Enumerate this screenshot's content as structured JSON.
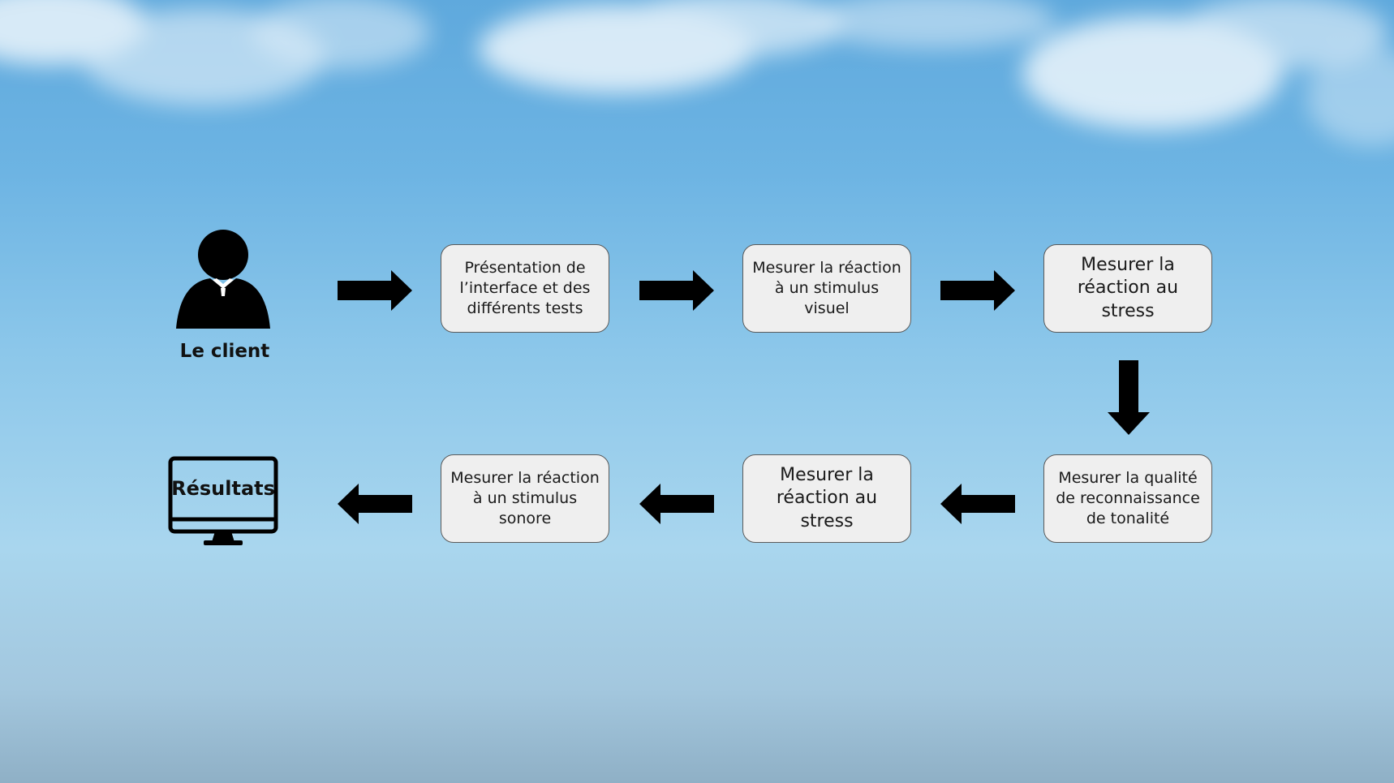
{
  "client": {
    "label": "Le client",
    "icon": "person-icon"
  },
  "results": {
    "label": "Résultats",
    "icon": "monitor-icon"
  },
  "steps": [
    {
      "label": "Présentation de l’interface et des différents tests"
    },
    {
      "label": "Mesurer la réaction à un stimulus visuel"
    },
    {
      "label": "Mesurer la réaction au stress"
    },
    {
      "label": "Mesurer la qualité de reconnaissance de tonalité"
    },
    {
      "label": "Mesurer la réaction au stress"
    },
    {
      "label": "Mesurer la réaction à un stimulus sonore"
    }
  ],
  "colors": {
    "node_fill": "#efefef",
    "node_border": "#5a5a5a",
    "arrow": "#000000",
    "sky_top": "#5fa9dd",
    "sky_bottom": "#8fb0c6"
  }
}
